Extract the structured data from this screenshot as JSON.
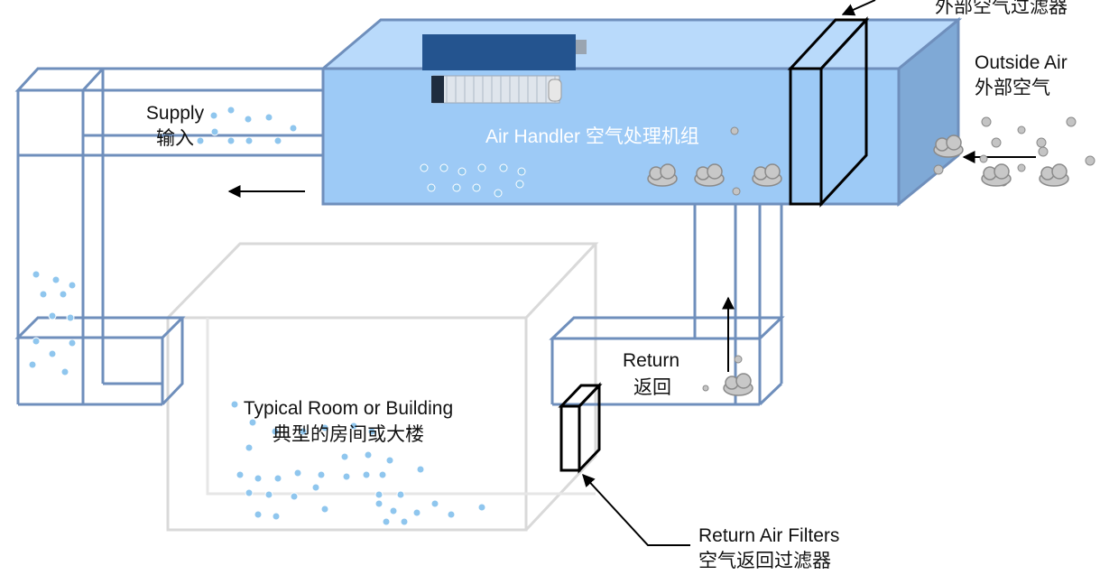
{
  "labels": {
    "top_filter_cn": "外部空气过滤器",
    "outside_air_en": "Outside Air",
    "outside_air_cn": "外部空气",
    "air_handler": "Air Handler 空气处理机组",
    "supply_en": "Supply",
    "supply_cn": "输入",
    "return_en": "Return",
    "return_cn": "返回",
    "room_en": "Typical Room or Building",
    "room_cn": "典型的房间或大楼",
    "return_filters_en": "Return Air Filters",
    "return_filters_cn": "空气返回过滤器"
  },
  "colors": {
    "duct_line": "#6f8fbc",
    "handler_front": "#9dcaf6",
    "handler_top": "#b9dafb",
    "handler_side": "#7fa9d6",
    "room_line": "#d9d9d9",
    "water_droplet": "#8fc6ee",
    "dust_particle": "#b3b3b3",
    "coil_unit": "#24548f"
  }
}
